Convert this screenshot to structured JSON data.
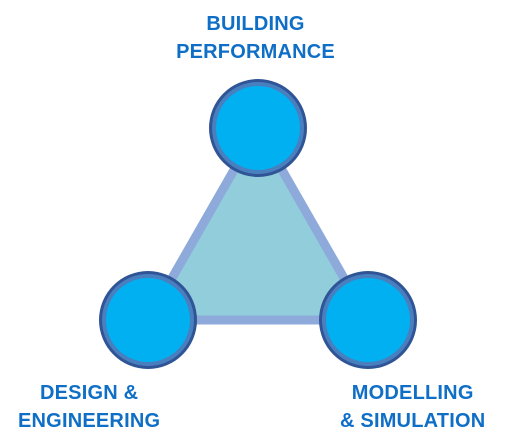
{
  "nodes": {
    "top": {
      "lines": [
        "BUILDING",
        "PERFORMANCE"
      ]
    },
    "left": {
      "lines": [
        "DESIGN &",
        "ENGINEERING"
      ]
    },
    "right": {
      "lines": [
        "MODELLING",
        "& SIMULATION"
      ]
    }
  },
  "colors": {
    "label_text": "#0f6fc6",
    "circle_fill": "#00b0f0",
    "circle_ring": "#4a7fbf",
    "circle_outline": "#2f5597",
    "triangle_fill": "#92cddc",
    "triangle_edge": "#8eaadb"
  }
}
